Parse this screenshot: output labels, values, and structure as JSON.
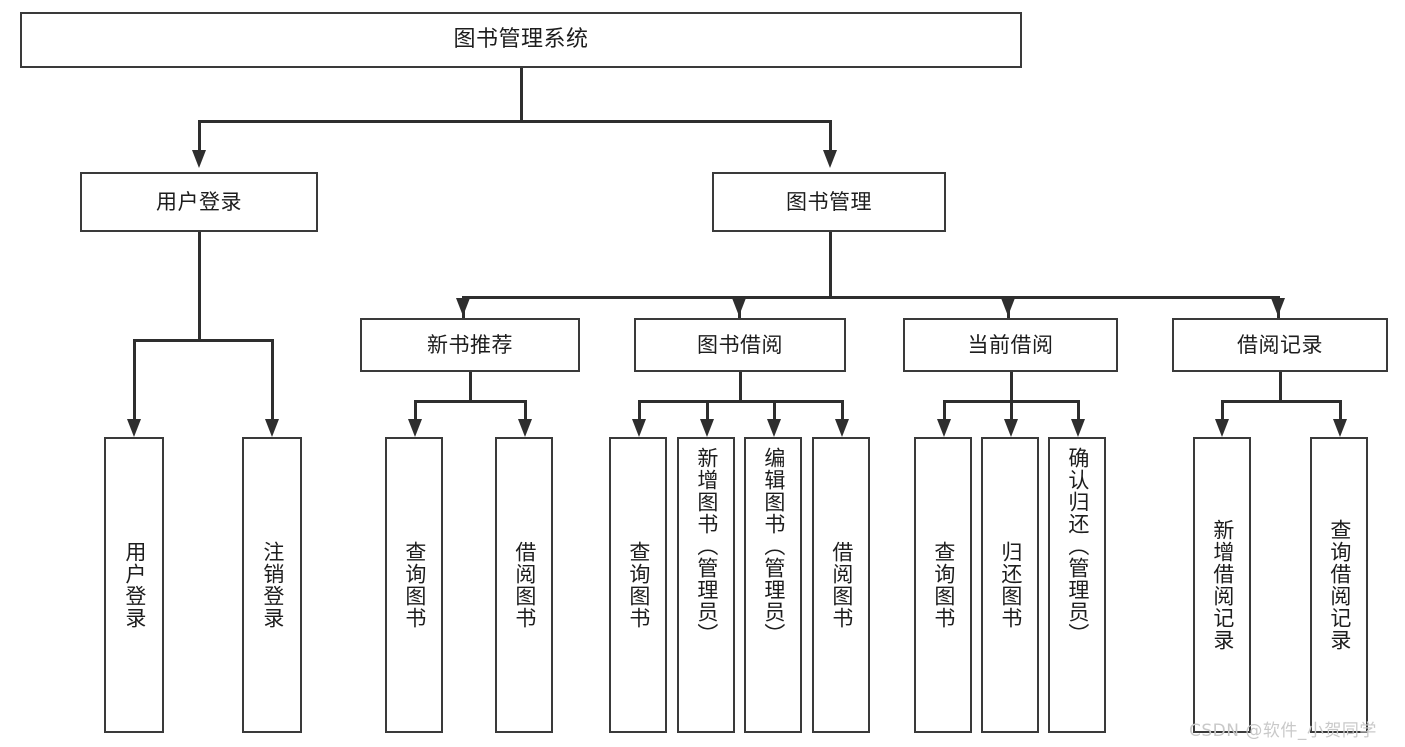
{
  "diagram": {
    "type": "tree",
    "root": {
      "label": "图书管理系统"
    },
    "level2": [
      {
        "label": "用户登录"
      },
      {
        "label": "图书管理"
      }
    ],
    "level3": [
      {
        "label": "新书推荐"
      },
      {
        "label": "图书借阅"
      },
      {
        "label": "当前借阅"
      },
      {
        "label": "借阅记录"
      }
    ],
    "leaves": {
      "user_login": [
        {
          "label": "用户登录"
        },
        {
          "label": "注销登录"
        }
      ],
      "new_book": [
        {
          "label": "查询图书"
        },
        {
          "label": "借阅图书"
        }
      ],
      "book_borrow": [
        {
          "label": "查询图书"
        },
        {
          "label": "新增图书（管理员）"
        },
        {
          "label": "编辑图书（管理员）"
        },
        {
          "label": "借阅图书"
        }
      ],
      "current_borrow": [
        {
          "label": "查询图书"
        },
        {
          "label": "归还图书"
        },
        {
          "label": "确认归还（管理员）"
        }
      ],
      "borrow_record": [
        {
          "label": "新增借阅记录"
        },
        {
          "label": "查询借阅记录"
        }
      ]
    }
  },
  "watermark": {
    "text": "CSDN @软件_小贺同学"
  },
  "colors": {
    "box_border": "#3a3a3a",
    "connector": "#2e2e2e",
    "text": "#1d1d1d",
    "background": "#ffffff",
    "watermark": "#c9c9c9"
  }
}
